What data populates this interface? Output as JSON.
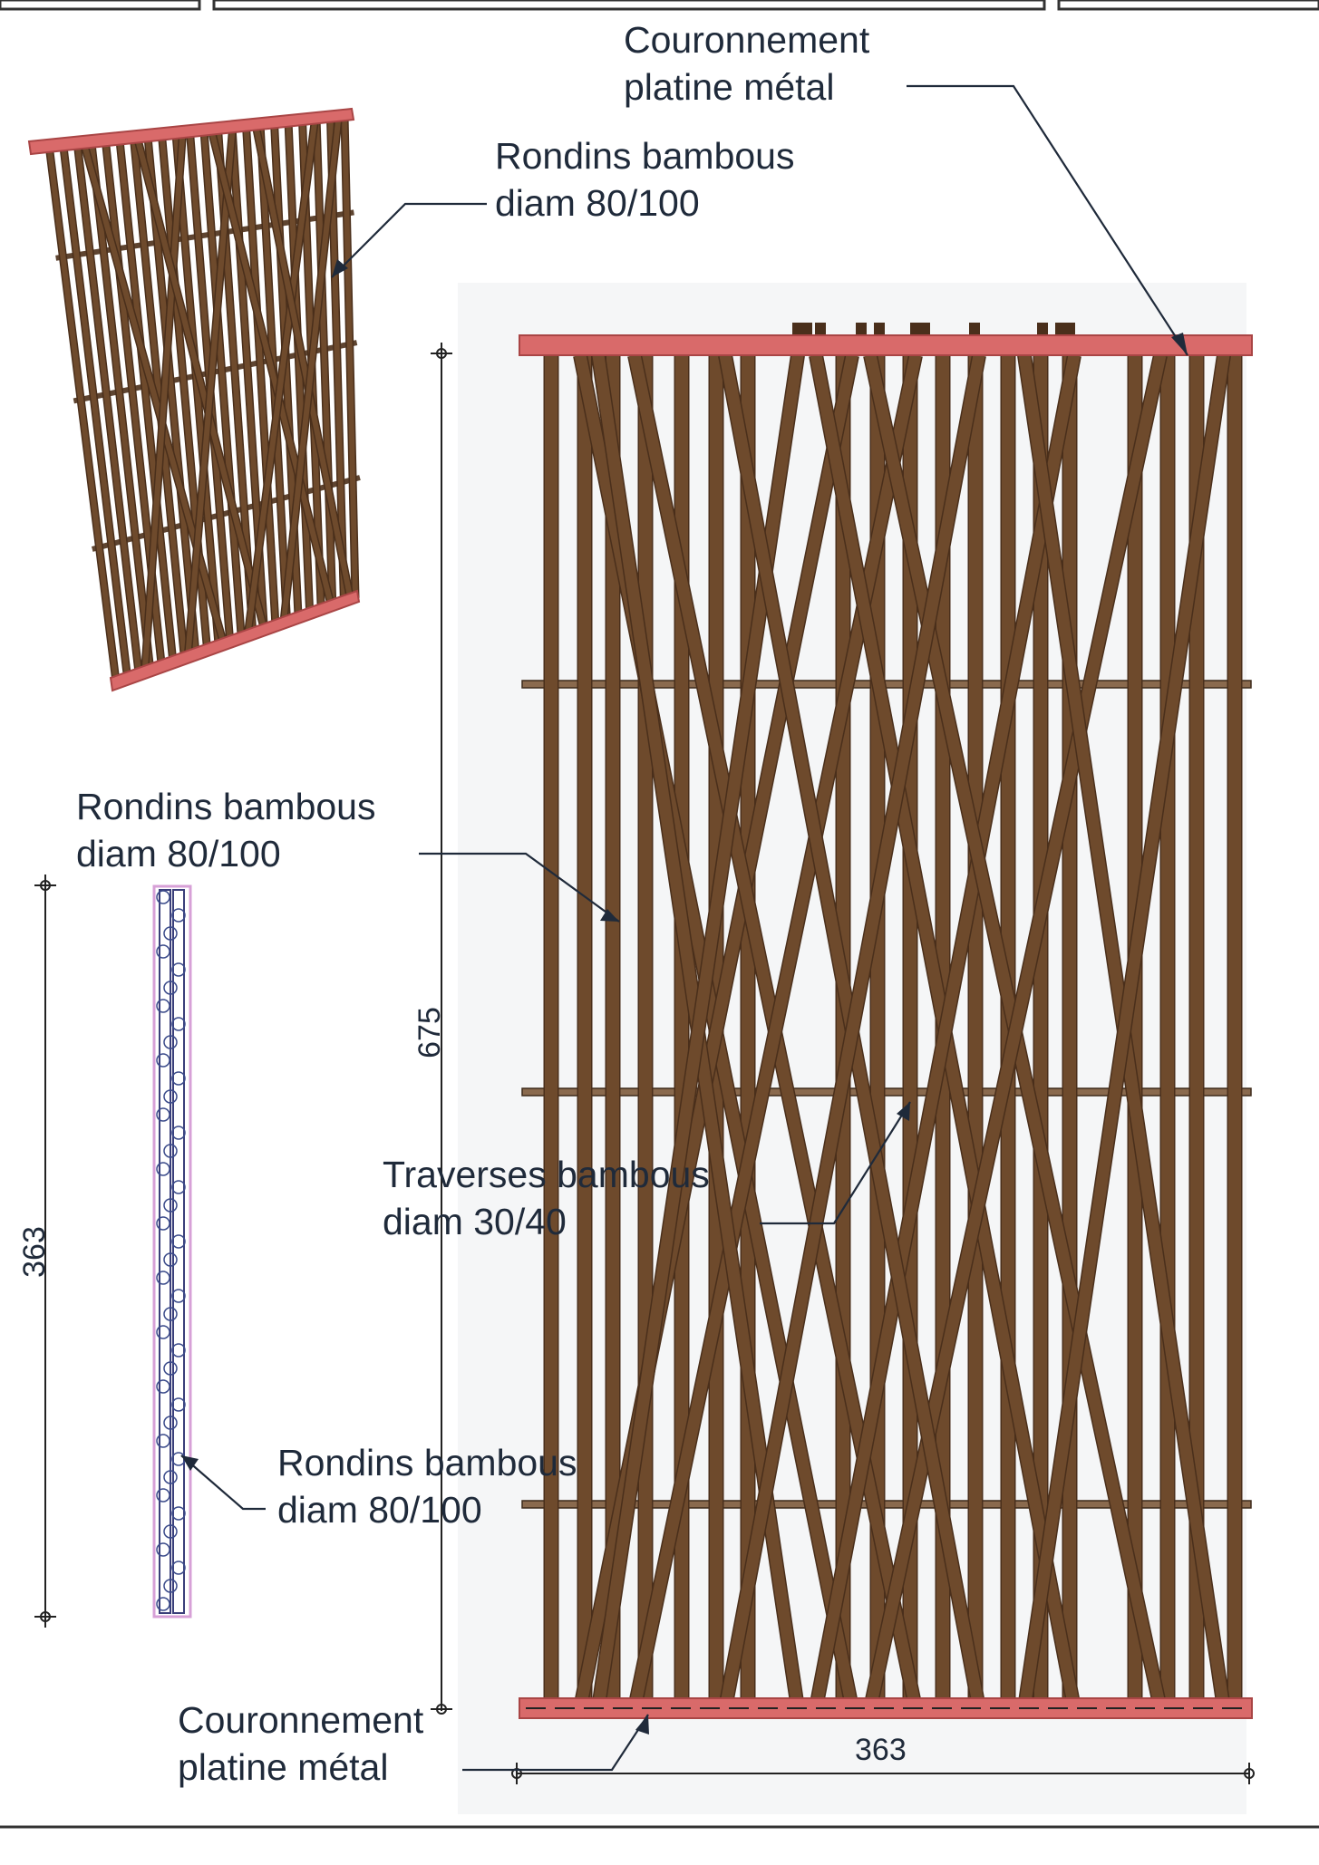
{
  "annotations": {
    "top_crown": {
      "line1": "Couronnement",
      "line2": "platine métal"
    },
    "iso_bamboo": {
      "line1": "Rondins bambous",
      "line2": "diam 80/100"
    },
    "front_bamboo": {
      "line1": "Rondins bambous",
      "line2": "diam 80/100"
    },
    "crossbars": {
      "line1": "Traverses bambous",
      "line2": "diam 30/40"
    },
    "side_bamboo": {
      "line1": "Rondins bambous",
      "line2": "diam 80/100"
    },
    "bottom_crown": {
      "line1": "Couronnement",
      "line2": "platine métal"
    }
  },
  "dimensions": {
    "front_height": "675",
    "front_width": "363",
    "side_height": "363"
  },
  "colors": {
    "bamboo": "#6e4a2c",
    "bamboo_dark": "#4a2f1b",
    "plate": "#d96a6a",
    "line": "#1f2a3a"
  }
}
